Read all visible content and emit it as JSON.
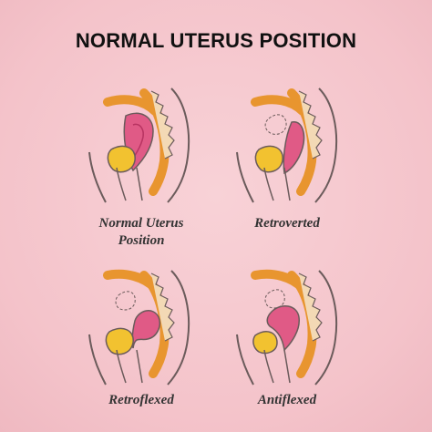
{
  "title": "NORMAL UTERUS POSITION",
  "panels": [
    {
      "caption_line1": "Normal Uterus",
      "caption_line2": "Position"
    },
    {
      "caption_line1": "Retroverted",
      "caption_line2": ""
    },
    {
      "caption_line1": "Retroflexed",
      "caption_line2": ""
    },
    {
      "caption_line1": "Antiflexed",
      "caption_line2": ""
    }
  ],
  "colors": {
    "background": "#f6c9cf",
    "uterus": "#e05a86",
    "bladder": "#f2c230",
    "bowel": "#e8952f",
    "sacrum": "#f3d9b5",
    "outline": "#5a4b4b"
  }
}
